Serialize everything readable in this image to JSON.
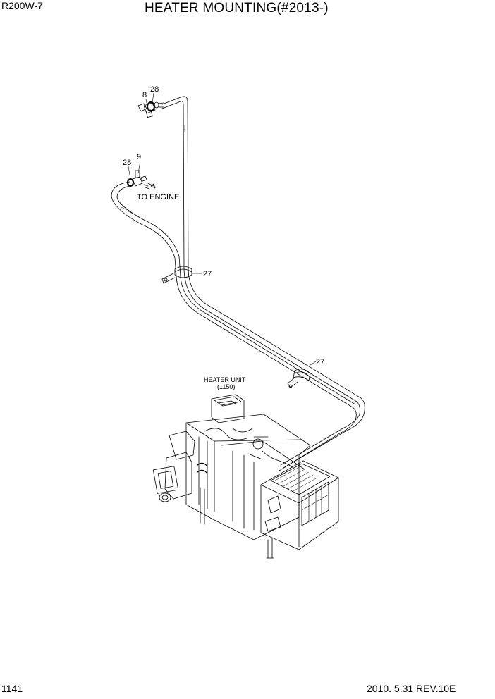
{
  "header": {
    "model": "R200W-7",
    "title": "HEATER MOUNTING(#2013-)"
  },
  "footer": {
    "page_number": "1141",
    "revision": "2010. 5.31  REV.10E"
  },
  "callouts": {
    "c8": "8",
    "c28a": "28",
    "c28b": "28",
    "c9": "9",
    "c27a": "27",
    "c27b": "27"
  },
  "labels": {
    "to_engine": "TO ENGINE",
    "heater_unit": "HEATER UNIT",
    "heater_unit_part": "(1150)"
  }
}
